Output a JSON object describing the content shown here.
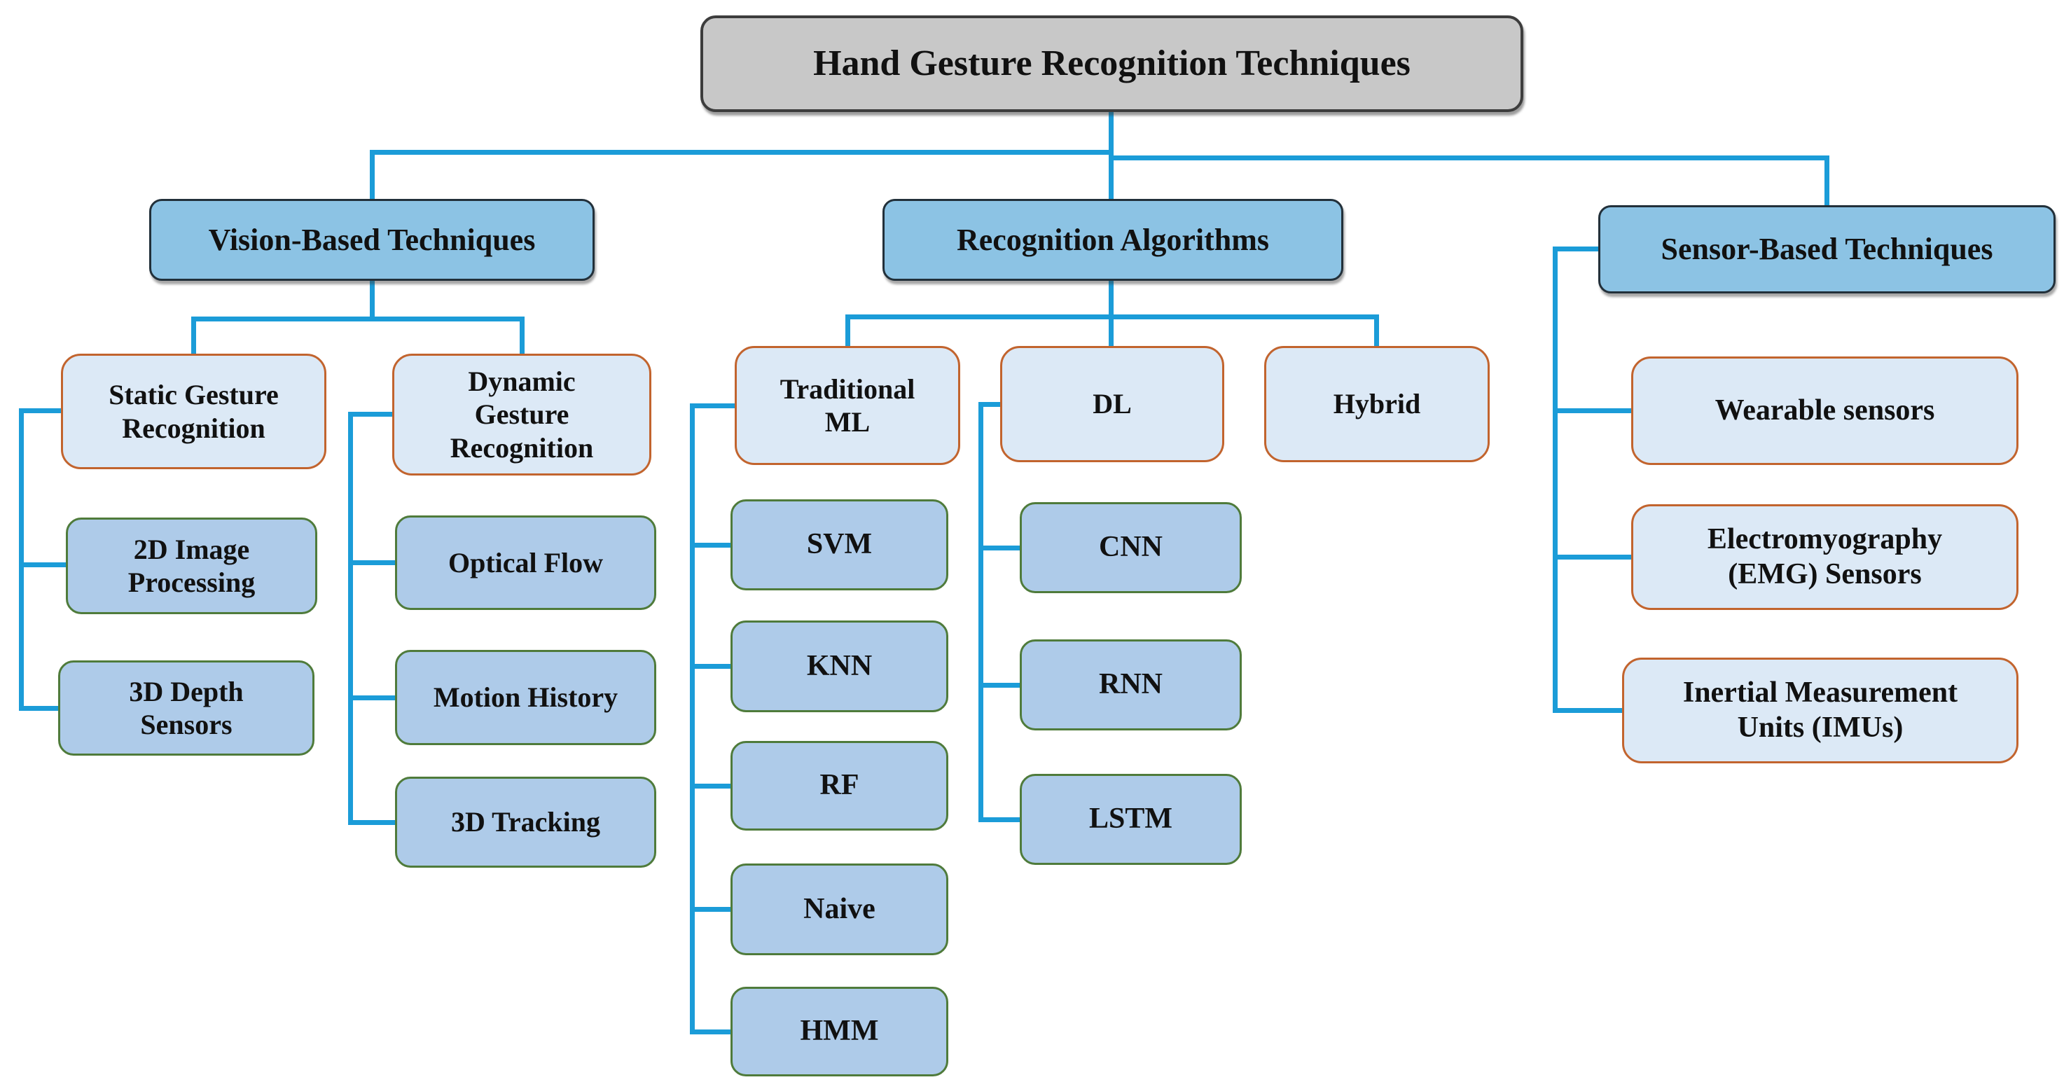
{
  "colors": {
    "background": "#FFFFFF",
    "text": "#111111",
    "connector": "#1B9CD8",
    "root_fill": "#C8C8C8",
    "root_border": "#3D3D3D",
    "branch_fill": "#8CC3E4",
    "branch_border": "#22303A",
    "subheader_fill": "#DCE9F6",
    "subheader_border": "#C2642E",
    "leaf_fill": "#AECBE9",
    "leaf_border": "#4F7B3B"
  },
  "diagram": {
    "title": "Hand Gesture Recognition Techniques",
    "branches": [
      {
        "label": "Vision-Based Techniques",
        "children": [
          {
            "label": "Static Gesture\nRecognition",
            "children": [
              {
                "label": "2D Image\nProcessing"
              },
              {
                "label": "3D Depth\nSensors"
              }
            ]
          },
          {
            "label": "Dynamic\nGesture\nRecognition",
            "children": [
              {
                "label": "Optical Flow"
              },
              {
                "label": "Motion History"
              },
              {
                "label": "3D Tracking"
              }
            ]
          }
        ]
      },
      {
        "label": "Recognition Algorithms",
        "children": [
          {
            "label": "Traditional\nML",
            "children": [
              {
                "label": "SVM"
              },
              {
                "label": "KNN"
              },
              {
                "label": "RF"
              },
              {
                "label": "Naive"
              },
              {
                "label": "HMM"
              }
            ]
          },
          {
            "label": "DL",
            "children": [
              {
                "label": "CNN"
              },
              {
                "label": "RNN"
              },
              {
                "label": "LSTM"
              }
            ]
          },
          {
            "label": "Hybrid",
            "children": []
          }
        ]
      },
      {
        "label": "Sensor-Based Techniques",
        "children": [
          {
            "label": "Wearable sensors"
          },
          {
            "label": "Electromyography\n(EMG) Sensors"
          },
          {
            "label": "Inertial Measurement\nUnits (IMUs)"
          }
        ]
      }
    ]
  }
}
